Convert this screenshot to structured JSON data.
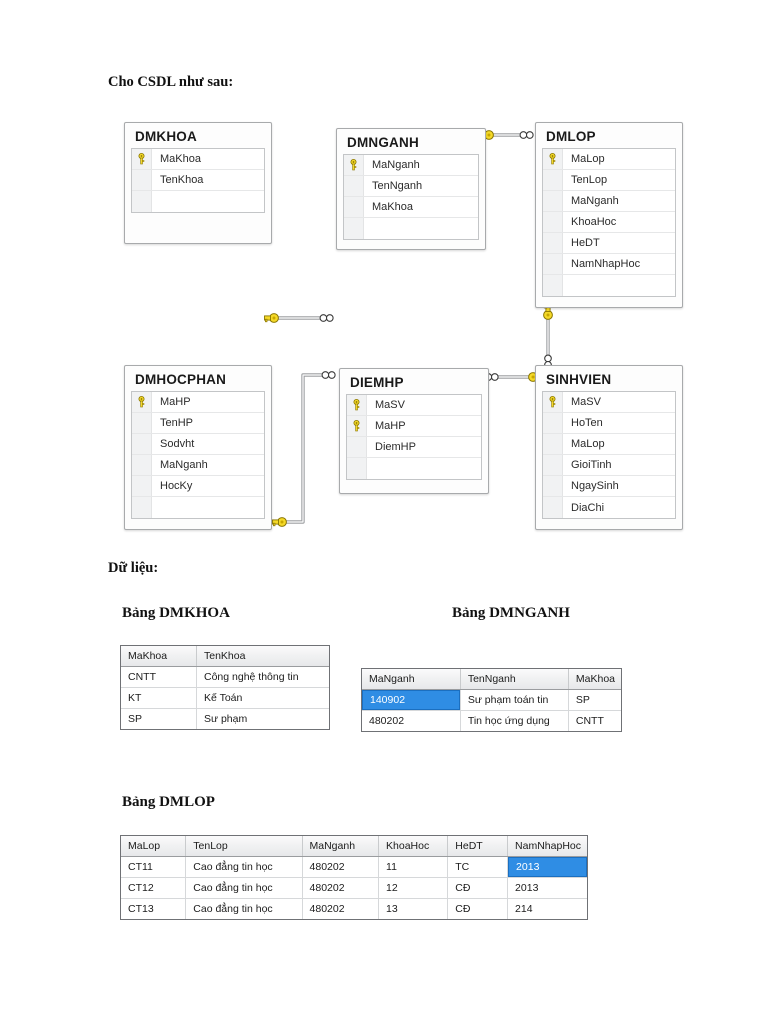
{
  "document": {
    "intro_heading": "Cho CSDL như sau:",
    "data_heading": "Dữ liệu:"
  },
  "diagram": {
    "tables": [
      {
        "name": "DMKHOA",
        "fields": [
          {
            "name": "MaKhoa",
            "key": true
          },
          {
            "name": "TenKhoa",
            "key": false
          }
        ],
        "blank_rows": 1
      },
      {
        "name": "DMNGANH",
        "fields": [
          {
            "name": "MaNganh",
            "key": true
          },
          {
            "name": "TenNganh",
            "key": false
          },
          {
            "name": "MaKhoa",
            "key": false
          }
        ],
        "blank_rows": 1
      },
      {
        "name": "DMLOP",
        "fields": [
          {
            "name": "MaLop",
            "key": true
          },
          {
            "name": "TenLop",
            "key": false
          },
          {
            "name": "MaNganh",
            "key": false
          },
          {
            "name": "KhoaHoc",
            "key": false
          },
          {
            "name": "HeDT",
            "key": false
          },
          {
            "name": "NamNhapHoc",
            "key": false
          }
        ],
        "blank_rows": 1
      },
      {
        "name": "DMHOCPHAN",
        "fields": [
          {
            "name": "MaHP",
            "key": true
          },
          {
            "name": "TenHP",
            "key": false
          },
          {
            "name": "Sodvht",
            "key": false
          },
          {
            "name": "MaNganh",
            "key": false
          },
          {
            "name": "HocKy",
            "key": false
          }
        ],
        "blank_rows": 1
      },
      {
        "name": "DIEMHP",
        "fields": [
          {
            "name": "MaSV",
            "key": true
          },
          {
            "name": "MaHP",
            "key": true
          },
          {
            "name": "DiemHP",
            "key": false
          }
        ],
        "blank_rows": 1
      },
      {
        "name": "SINHVIEN",
        "fields": [
          {
            "name": "MaSV",
            "key": true
          },
          {
            "name": "HoTen",
            "key": false
          },
          {
            "name": "MaLop",
            "key": false
          },
          {
            "name": "GioiTinh",
            "key": false
          },
          {
            "name": "NgaySinh",
            "key": false
          },
          {
            "name": "DiaChi",
            "key": false
          }
        ],
        "blank_rows": 0
      }
    ],
    "relationships": [
      {
        "from": "DMKHOA",
        "to": "DMNGANH"
      },
      {
        "from": "DMNGANH",
        "to": "DMLOP"
      },
      {
        "from": "DMLOP",
        "to": "SINHVIEN"
      },
      {
        "from": "DMHOCPHAN",
        "to": "DIEMHP"
      },
      {
        "from": "DIEMHP",
        "to": "SINHVIEN"
      }
    ]
  },
  "data_tables": [
    {
      "caption": "Bảng DMKHOA",
      "columns": [
        "MaKhoa",
        "TenKhoa"
      ],
      "rows": [
        [
          "CNTT",
          "Công nghệ thông tin"
        ],
        [
          "KT",
          "Kế Toán"
        ],
        [
          "SP",
          "Sư phạm"
        ]
      ],
      "selected_cell": null
    },
    {
      "caption": "Bảng DMNGANH",
      "columns": [
        "MaNganh",
        "TenNganh",
        "MaKhoa"
      ],
      "rows": [
        [
          "140902",
          "Sư phạm toán tin",
          "SP"
        ],
        [
          "480202",
          "Tin học ứng dụng",
          "CNTT"
        ]
      ],
      "selected_cell": {
        "row": 0,
        "col": 0
      }
    },
    {
      "caption": "Bảng DMLOP",
      "columns": [
        "MaLop",
        "TenLop",
        "MaNganh",
        "KhoaHoc",
        "HeDT",
        "NamNhapHoc"
      ],
      "rows": [
        [
          "CT11",
          "Cao đẳng tin học",
          "480202",
          "11",
          "TC",
          "2013"
        ],
        [
          "CT12",
          "Cao đẳng tin học",
          "480202",
          "12",
          "CĐ",
          "2013"
        ],
        [
          "CT13",
          "Cao đẳng tin học",
          "480202",
          "13",
          "CĐ",
          "214"
        ]
      ],
      "selected_cell": {
        "row": 0,
        "col": 5
      }
    }
  ],
  "colors": {
    "selection": "#2f8de4",
    "key_icon": "#f2d22e",
    "table_border": "#a8aaac"
  }
}
